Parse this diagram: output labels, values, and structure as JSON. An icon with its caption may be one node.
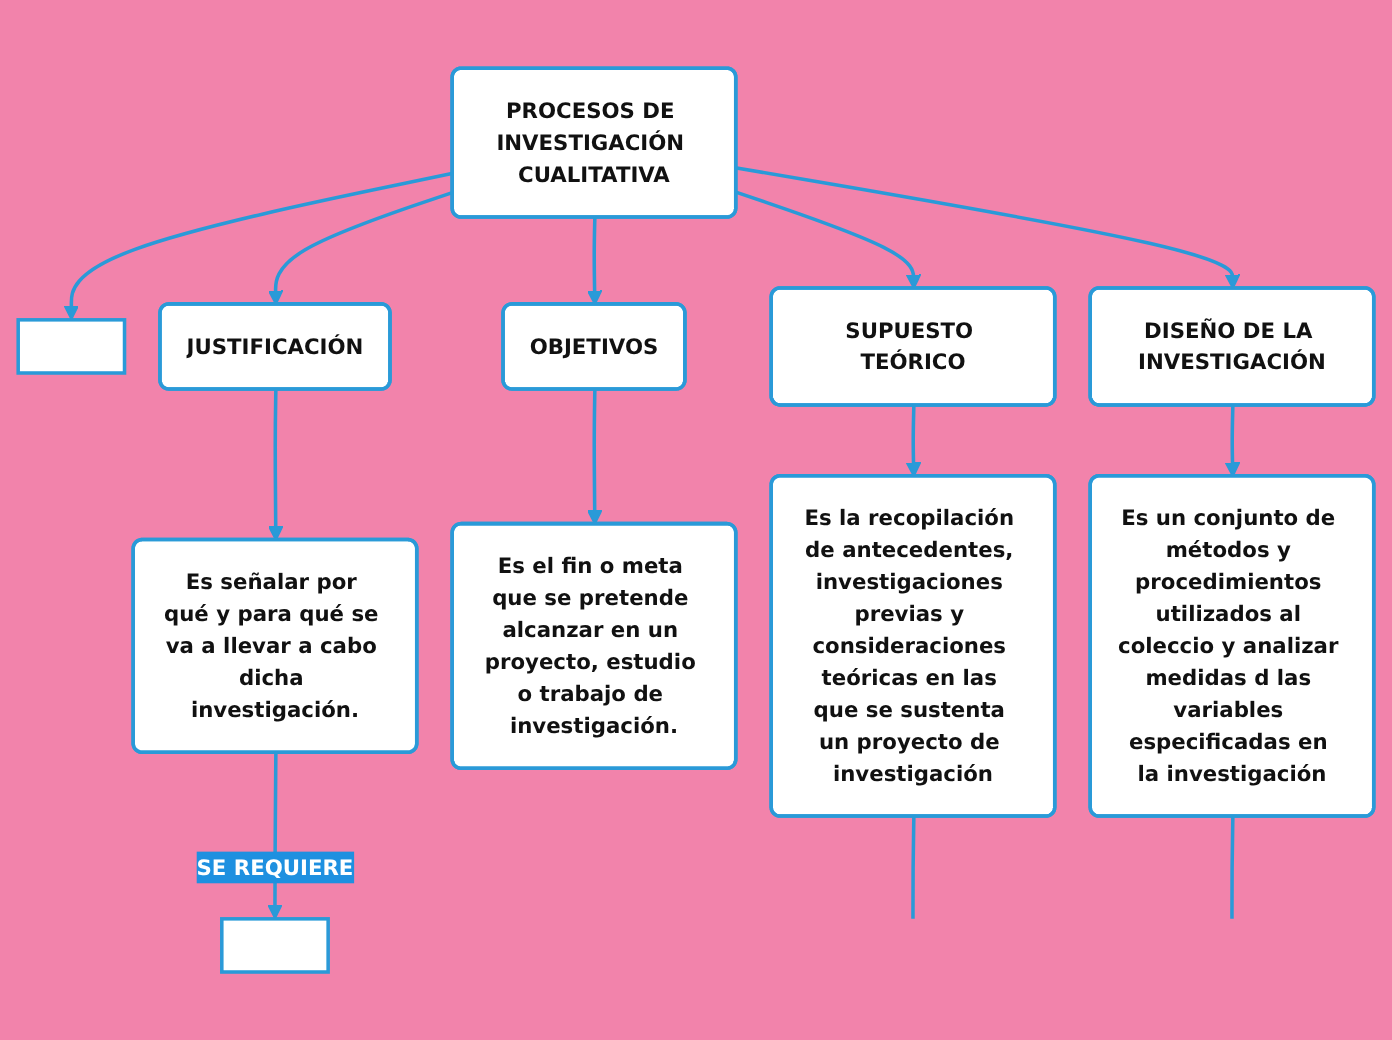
{
  "diagram": {
    "nodes": [
      {
        "text": [
          "PROCESOS DE INVESTIGACIÓN CUALITATIVA"
        ]
      },
      {
        "text": [],
        "shape": "box"
      },
      {
        "text": [
          "JUSTIFICACIÓN"
        ]
      },
      {
        "text": [
          "OBJETIVOS"
        ]
      },
      {
        "text": [
          "SUPUESTO TEÓRICO"
        ]
      },
      {
        "text": [
          "DISEÑO DE LA INVESTIGACIÓN"
        ]
      },
      {
        "text": [
          "Es señalar por qué y para qué se va a llevar a cabo dicha investigación."
        ]
      },
      {
        "text": [
          "Es el fin o meta que se pretende alcanzar en un proyecto, estudio o trabajo de investigación."
        ]
      },
      {
        "text": [
          "Es la recopilación de antecedentes, investigaciones previas y consideraciones teóricas en las que se sustenta un proyecto de investigación"
        ]
      },
      {
        "text": [
          "Es un conjunto de métodos y procedimientos utilizados al coleccio y analizar medidas d las variables especificadas en la investigación"
        ]
      },
      {
        "text": [],
        "shape": "box"
      }
    ],
    "edges": [
      {
        "from": 0,
        "to": 1,
        "arrow": "to"
      },
      {
        "from": 0,
        "to": 2,
        "arrow": "to"
      },
      {
        "from": 0,
        "to": 3,
        "arrow": "to"
      },
      {
        "from": 0,
        "to": 4,
        "arrow": "to"
      },
      {
        "from": 0,
        "to": 5,
        "arrow": "to"
      },
      {
        "from": 2,
        "to": 6,
        "arrow": "to"
      },
      {
        "from": 3,
        "to": 7,
        "arrow": "to"
      },
      {
        "from": 4,
        "to": 8,
        "arrow": "to"
      },
      {
        "from": 5,
        "to": 9,
        "arrow": "to"
      },
      {
        "from": 6,
        "to": 10,
        "label": "SE REQUIERE",
        "arrow": "to"
      },
      {
        "from": 8,
        "to": null,
        "arrow": "none"
      },
      {
        "from": 9,
        "to": null,
        "arrow": "none"
      }
    ]
  }
}
